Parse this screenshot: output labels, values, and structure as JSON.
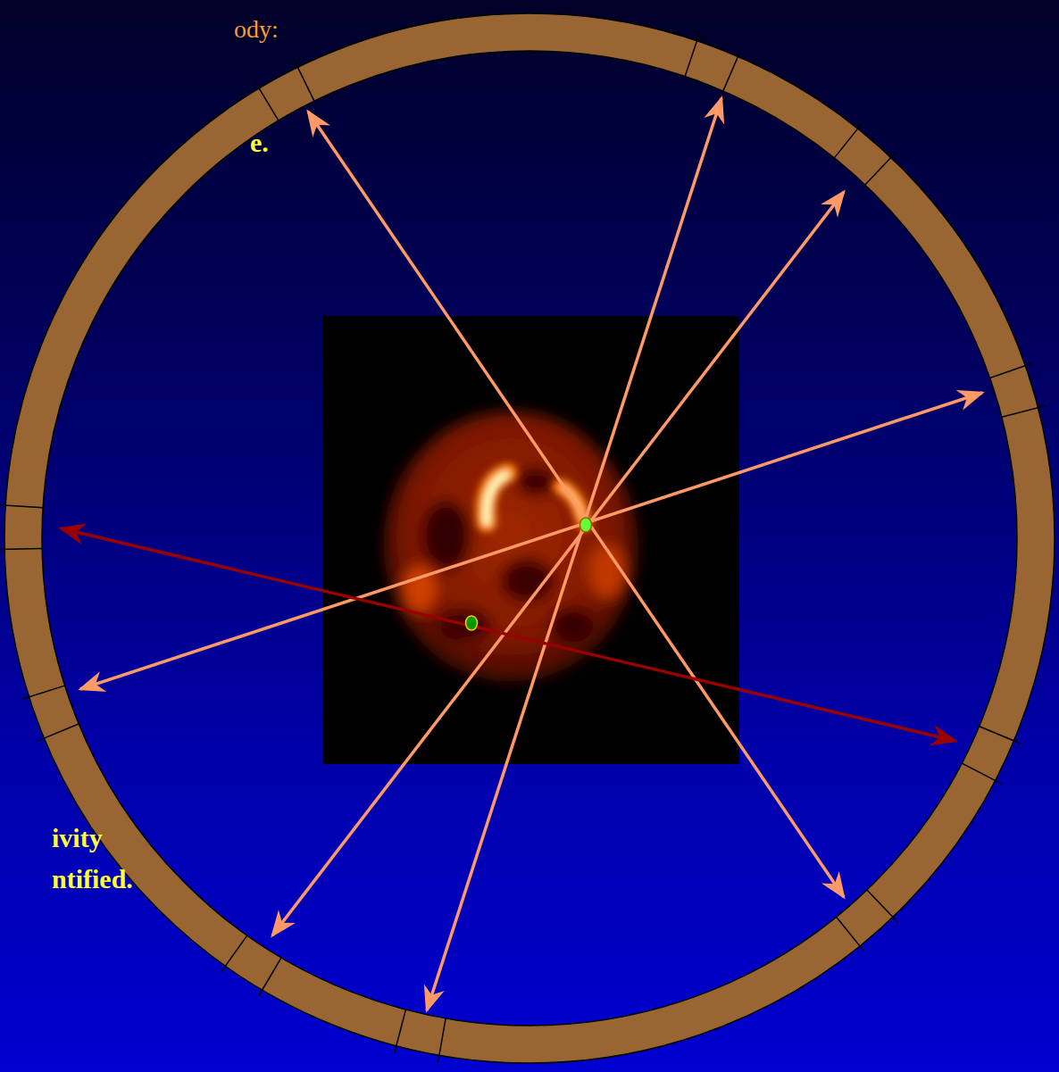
{
  "diagram": {
    "labels": [
      "ody:",
      "e.",
      "ivity",
      "ntified."
    ]
  }
}
